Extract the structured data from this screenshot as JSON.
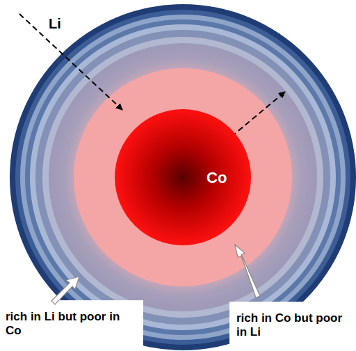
{
  "diagram": {
    "nodes": [
      {
        "text": [
          "Co"
        ]
      }
    ],
    "labels": [
      "Li",
      "rich in Li but poor in Co",
      "rich in Co but poor in Li"
    ]
  }
}
